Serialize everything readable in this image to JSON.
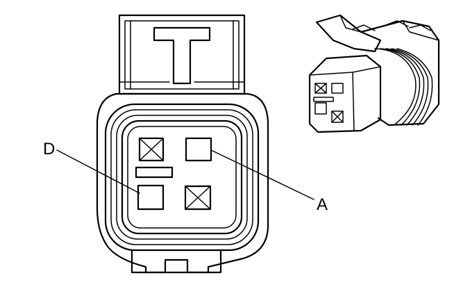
{
  "diagram": {
    "pins": [
      {
        "id": "A",
        "label": "A",
        "state": "open"
      },
      {
        "id": "B",
        "state": "blocked"
      },
      {
        "id": "C",
        "state": "blocked"
      },
      {
        "id": "D",
        "label": "D",
        "state": "open"
      }
    ],
    "views": [
      "front-face-view",
      "isometric-view"
    ]
  }
}
